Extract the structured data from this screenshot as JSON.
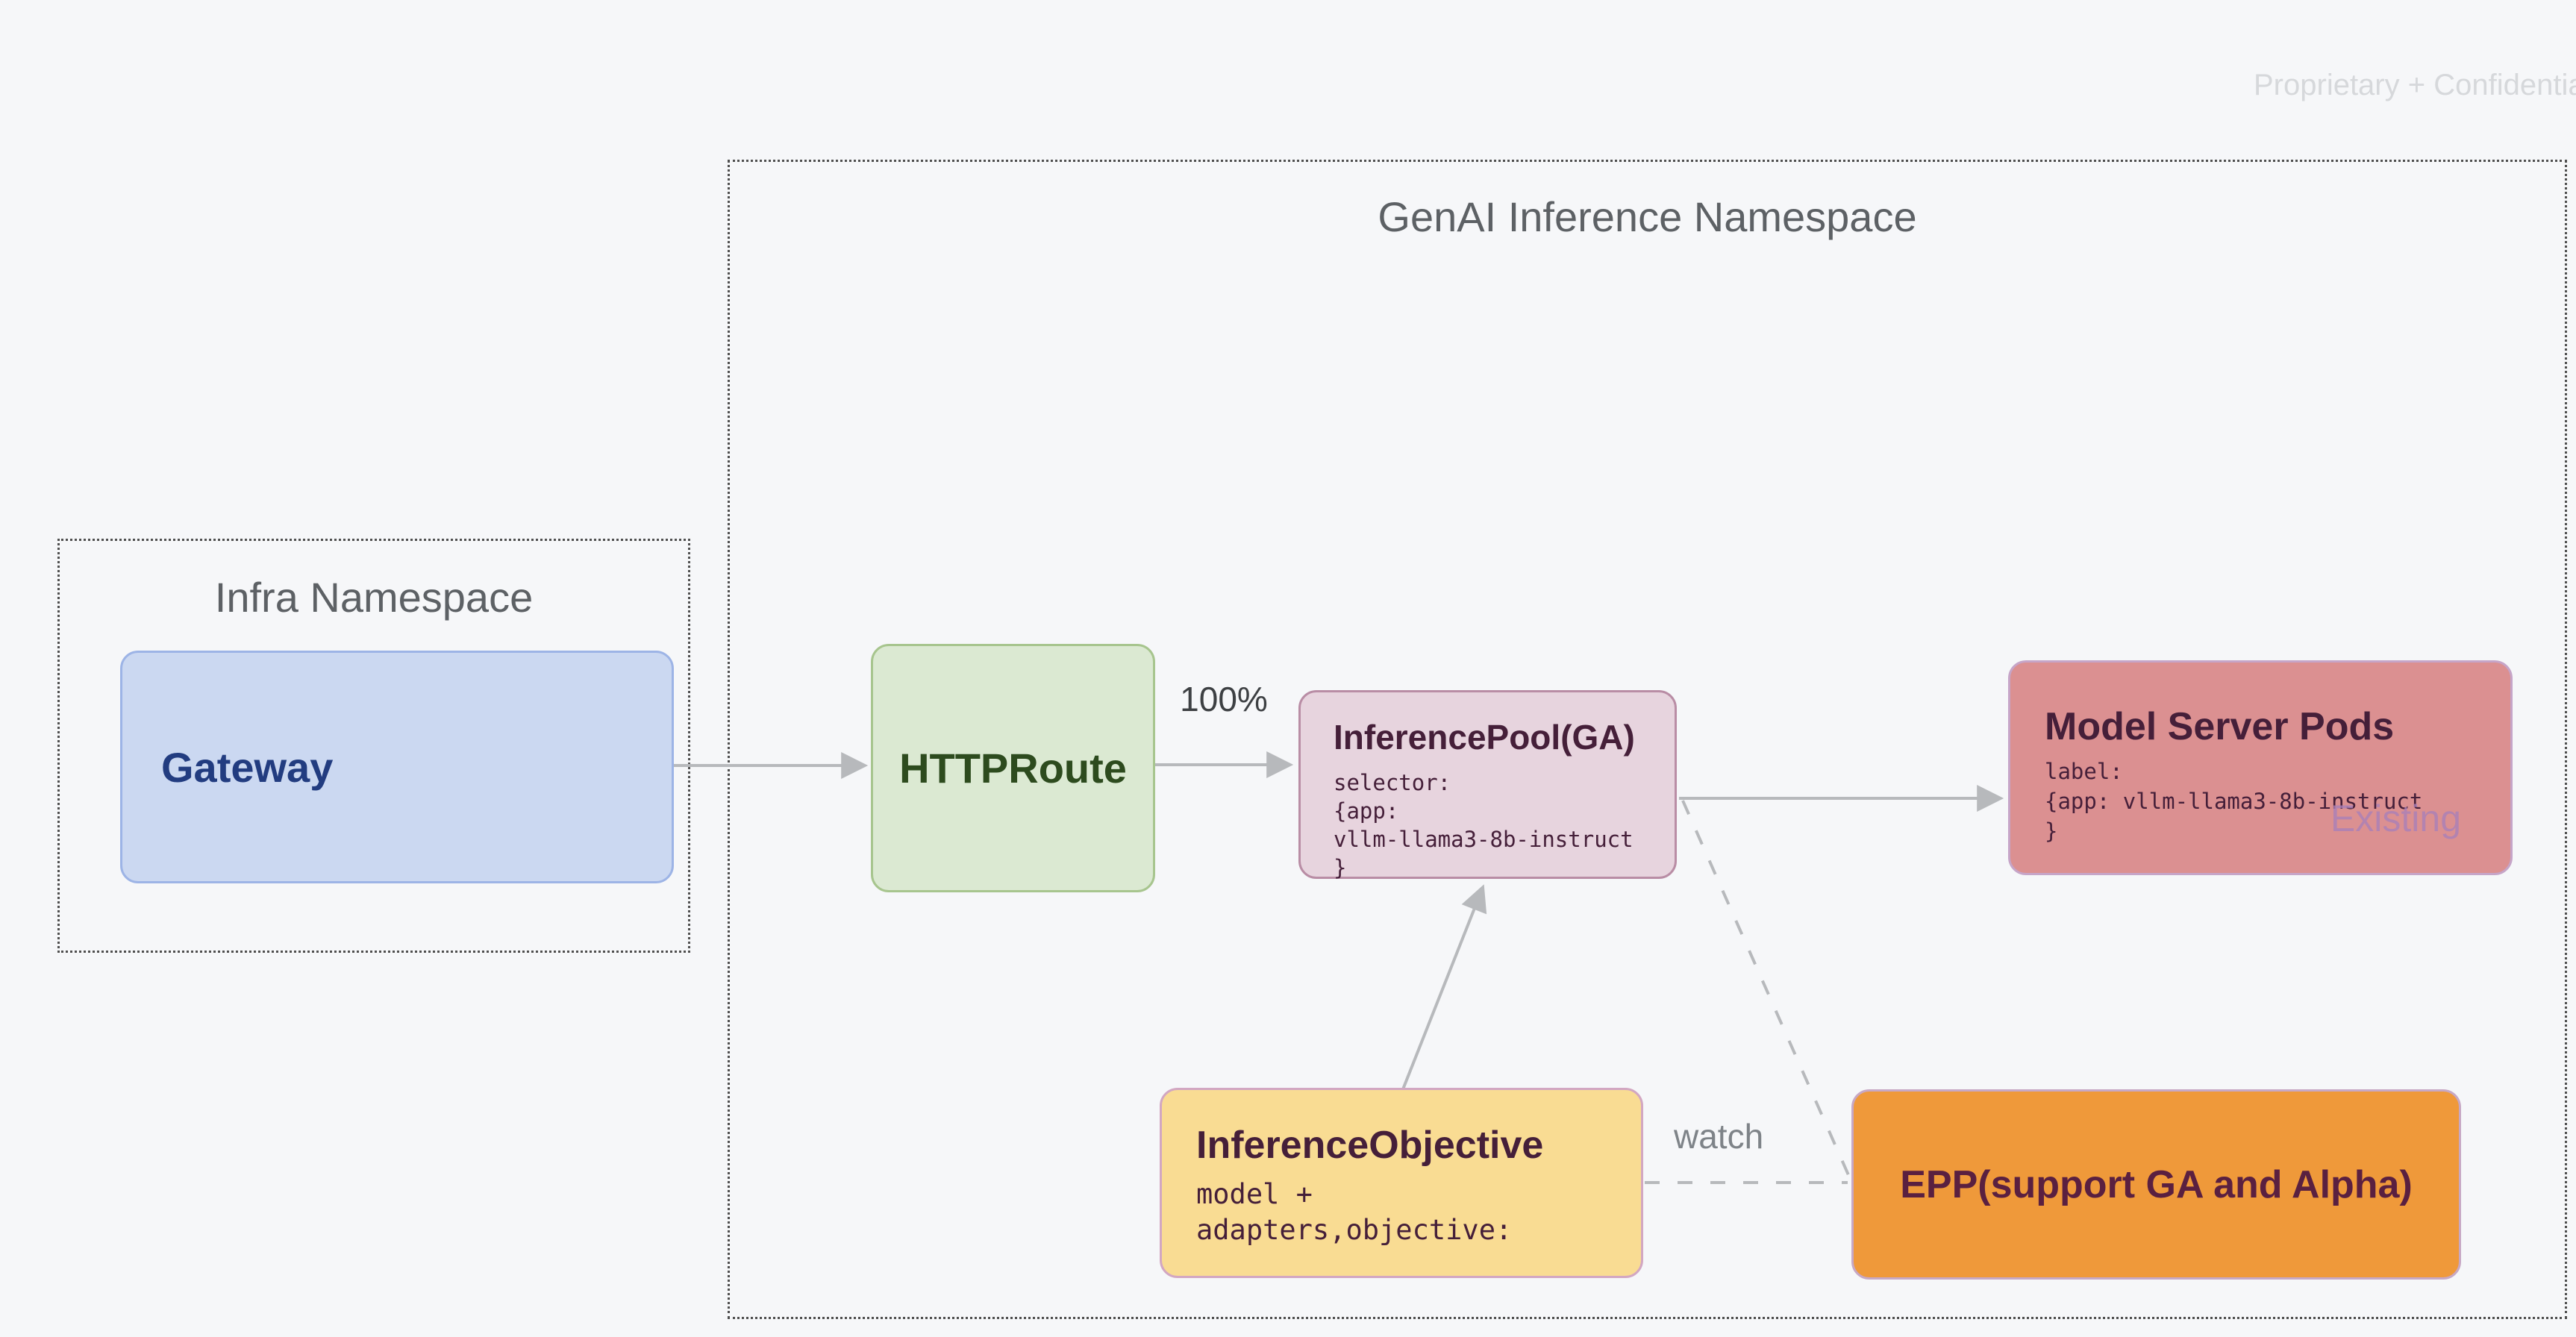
{
  "page": {
    "watermark": "Proprietary + Confidential",
    "background_color": "#f6f7f9",
    "arrow_color": "#b7b9bc",
    "dotted_border_color": "#4f4f4f"
  },
  "namespaces": {
    "genai": {
      "title": "GenAI Inference Namespace"
    },
    "infra": {
      "title": "Infra Namespace"
    }
  },
  "nodes": {
    "gateway": {
      "title": "Gateway",
      "fill": "#cbd8f1",
      "border": "#9db4e6",
      "text_color": "#223c80"
    },
    "httproute": {
      "title": "HTTPRoute",
      "fill": "#dbe9d2",
      "border": "#a7c58e",
      "text_color": "#2d4b1e"
    },
    "inference_pool": {
      "title": "InferencePool(GA)",
      "lines": [
        "selector:",
        "{app:",
        "vllm-llama3-8b-instruct",
        "}"
      ],
      "fill": "#e7d4de",
      "border": "#b98da5",
      "text_color": "#451f39"
    },
    "model_server_pods": {
      "title": "Model Server Pods",
      "lines": [
        "label:",
        "{app: vllm-llama3-8b-instruct",
        "}"
      ],
      "badge": "Existing",
      "fill": "#db9091",
      "border": "#c6a5c8",
      "text_color": "#451f39",
      "badge_color": "#aa80b8"
    },
    "inference_objective": {
      "title": "InferenceObjective",
      "lines": [
        "model +",
        "adapters,objective:"
      ],
      "fill": "#f9dc93",
      "border": "#d2a7c2",
      "text_color": "#451f39"
    },
    "epp": {
      "title": "EPP(support GA and Alpha)",
      "fill": "#ef993a",
      "border": "#c7a8c5",
      "text_color": "#5a2040"
    }
  },
  "edges": {
    "route_weight_label": "100%",
    "watch_label": "watch"
  }
}
